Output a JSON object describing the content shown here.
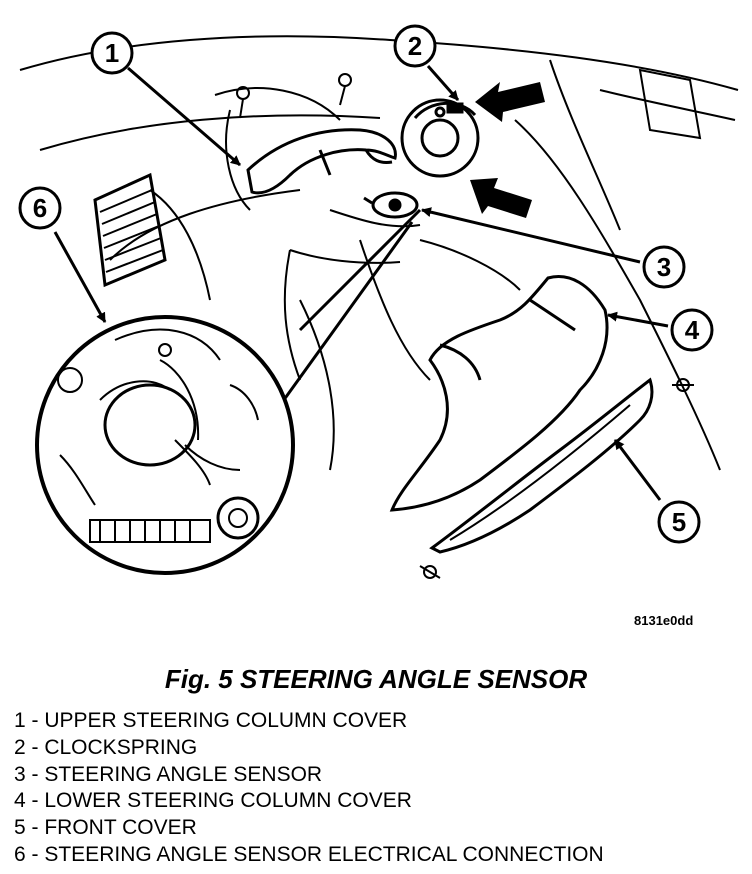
{
  "figure_code": "8131e0dd",
  "caption": "Fig. 5 STEERING ANGLE SENSOR",
  "callouts": [
    "1",
    "2",
    "3",
    "4",
    "5",
    "6"
  ],
  "legend": [
    "1 - UPPER STEERING COLUMN COVER",
    "2 - CLOCKSPRING",
    "3 - STEERING ANGLE SENSOR",
    "4 - LOWER STEERING COLUMN COVER",
    "5 - FRONT COVER",
    "6 - STEERING ANGLE SENSOR ELECTRICAL CONNECTION"
  ]
}
